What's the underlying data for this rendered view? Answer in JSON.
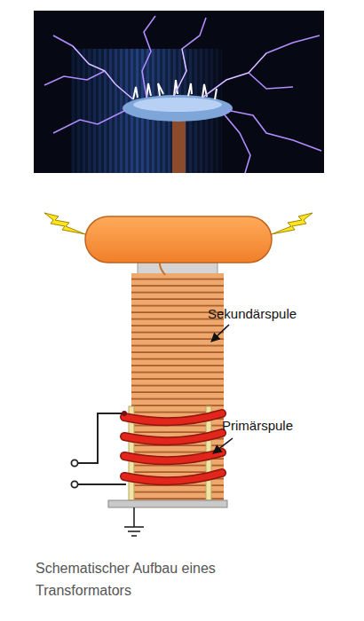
{
  "diagram": {
    "caption": "Schematischer Aufbau eines Transformators",
    "labels": [
      "Sekundärspule",
      "Primärspule"
    ]
  }
}
